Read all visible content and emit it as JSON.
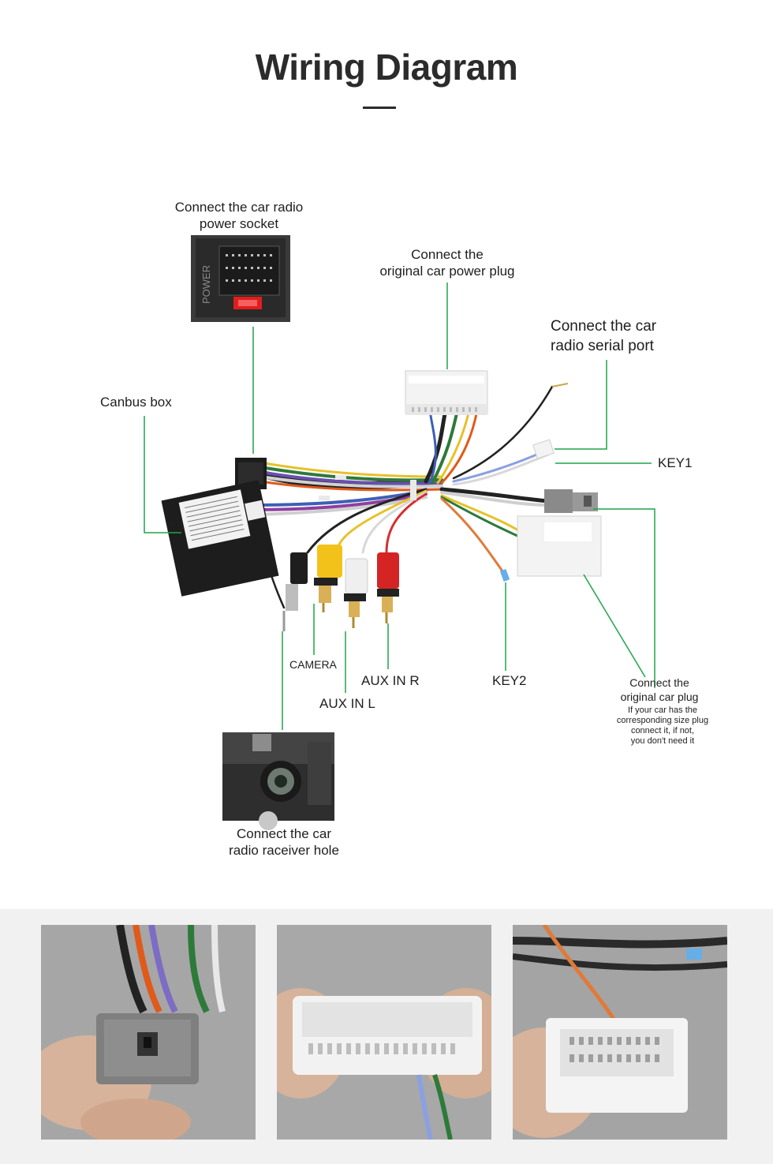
{
  "title": "Wiring Diagram",
  "labels": {
    "power_socket": [
      "Connect the car radio",
      "power socket"
    ],
    "power_plug": [
      "Connect the",
      "original car power plug"
    ],
    "serial_port": [
      "Connect the car",
      "radio  serial port"
    ],
    "canbus_box": "Canbus box",
    "key1": "KEY1",
    "camera": "CAMERA",
    "aux_in_r": "AUX IN R",
    "aux_in_l": "AUX IN L",
    "key2": "KEY2",
    "original_plug": [
      "Connect the",
      "original car plug"
    ],
    "original_plug_note": [
      "If your car has the",
      "corresponding size plug",
      "connect it, if not,",
      "you don't need it"
    ],
    "receiver_hole": [
      "Connect the  car",
      "radio raceiver hole"
    ]
  },
  "inset_text": {
    "power_label": "POWER"
  },
  "colors": {
    "leader_line": "#1fa34a",
    "title": "#2b2b2b",
    "band_background": "#f1f1f1"
  }
}
